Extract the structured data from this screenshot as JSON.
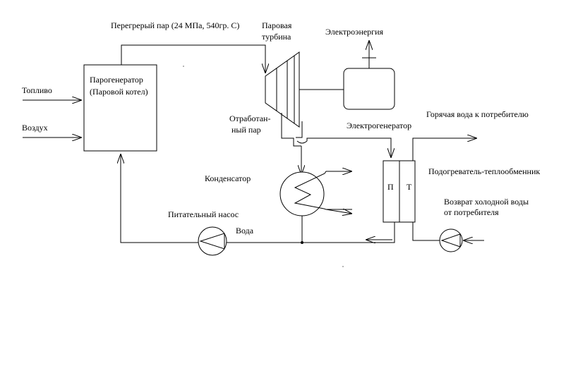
{
  "labels": {
    "superheated_steam": "Перегрерый пар (24 МПа, 540гр. С)",
    "steam_turbine_line1": "Паровая",
    "steam_turbine_line2": "турбина",
    "electric_energy": "Электроэнергия",
    "steam_generator_line1": "Парогенератор",
    "steam_generator_line2": "(Паровой котел)",
    "fuel": "Топливо",
    "air": "Воздух",
    "exhaust_steam_line1": "Отработан-",
    "exhaust_steam_line2": "ный  пар",
    "electric_generator": "Электрогенератор",
    "hot_water_to_consumer": "Горячая вода к потребителю",
    "condenser": "Конденсатор",
    "heater_exchanger": "Подогреватель-теплообменник",
    "heater_P": "П",
    "heater_T": "Т",
    "cold_water_return_line1": "Возврат холодной воды",
    "cold_water_return_line2": "от потребителя",
    "feed_pump": "Питательный насос",
    "water": "Вода"
  },
  "colors": {
    "line": "#000000",
    "background": "#ffffff"
  }
}
